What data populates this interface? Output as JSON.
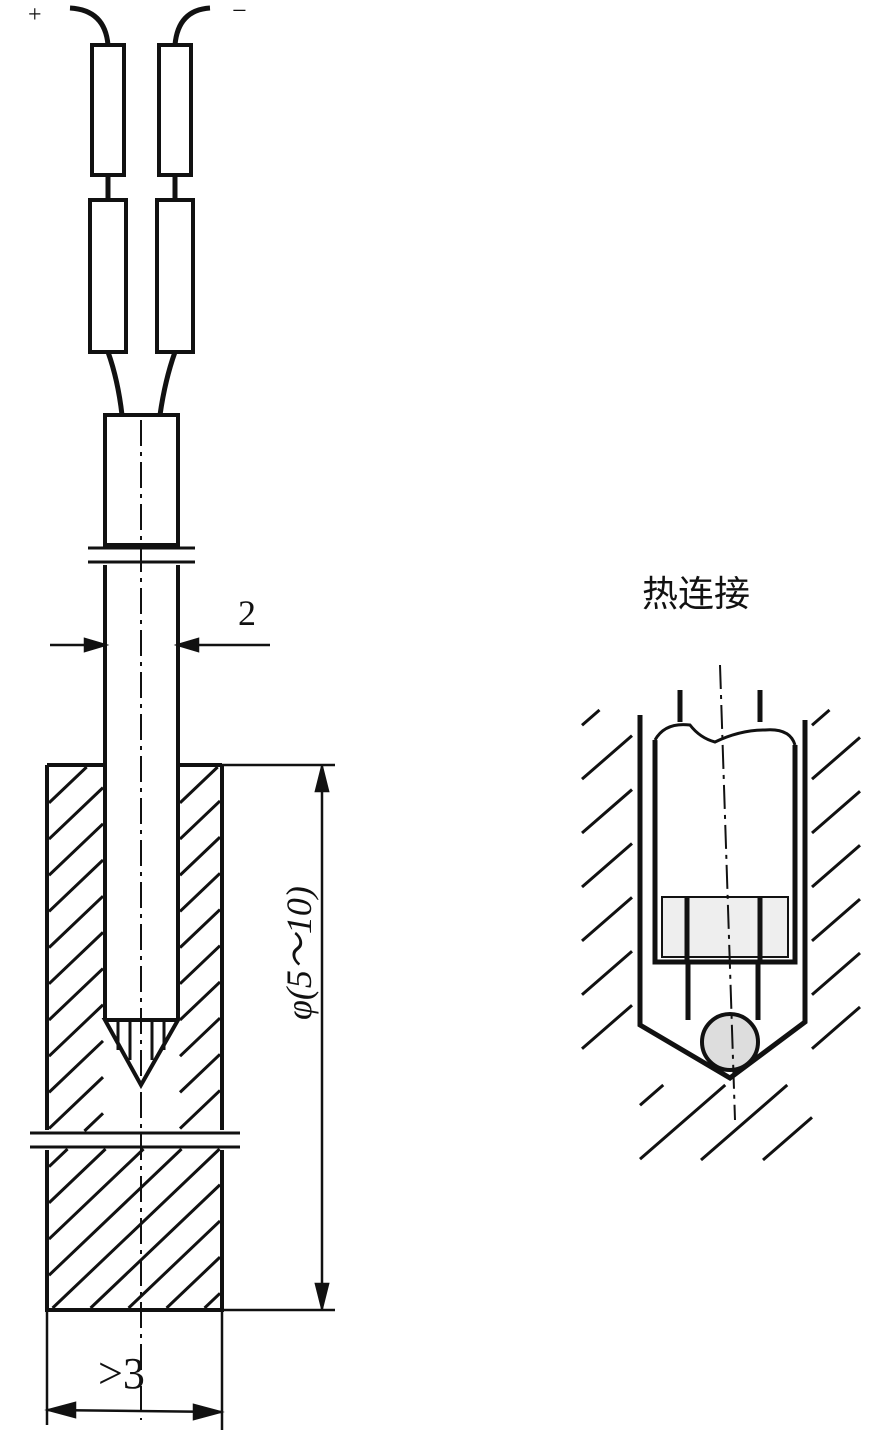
{
  "diagram": {
    "plus_label": "+",
    "minus_label": "−",
    "tube_wall_dimension": "2",
    "hole_diameter_dimension": "φ(5～10)",
    "edge_distance_dimension": ">3",
    "detail_title": "热连接",
    "line_color": "#111111"
  }
}
